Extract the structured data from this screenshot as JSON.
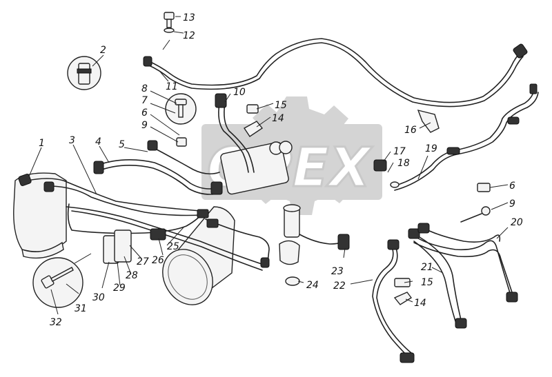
{
  "watermark": {
    "text": "OPEX"
  },
  "callouts": {
    "c1": "1",
    "c2": "2",
    "c3": "3",
    "c4": "4",
    "c5": "5",
    "c6a": "6",
    "c6b": "6",
    "c7": "7",
    "c8": "8",
    "c9a": "9",
    "c9b": "9",
    "c10": "10",
    "c11": "11",
    "c12": "12",
    "c13": "13",
    "c14a": "14",
    "c14b": "14",
    "c15a": "15",
    "c15b": "15",
    "c16": "16",
    "c17": "17",
    "c18": "18",
    "c19": "19",
    "c20": "20",
    "c21": "21",
    "c22": "22",
    "c23": "23",
    "c24": "24",
    "c25": "25",
    "c26": "26",
    "c27": "27",
    "c28": "28",
    "c29": "29",
    "c30": "30",
    "c31": "31",
    "c32": "32"
  }
}
